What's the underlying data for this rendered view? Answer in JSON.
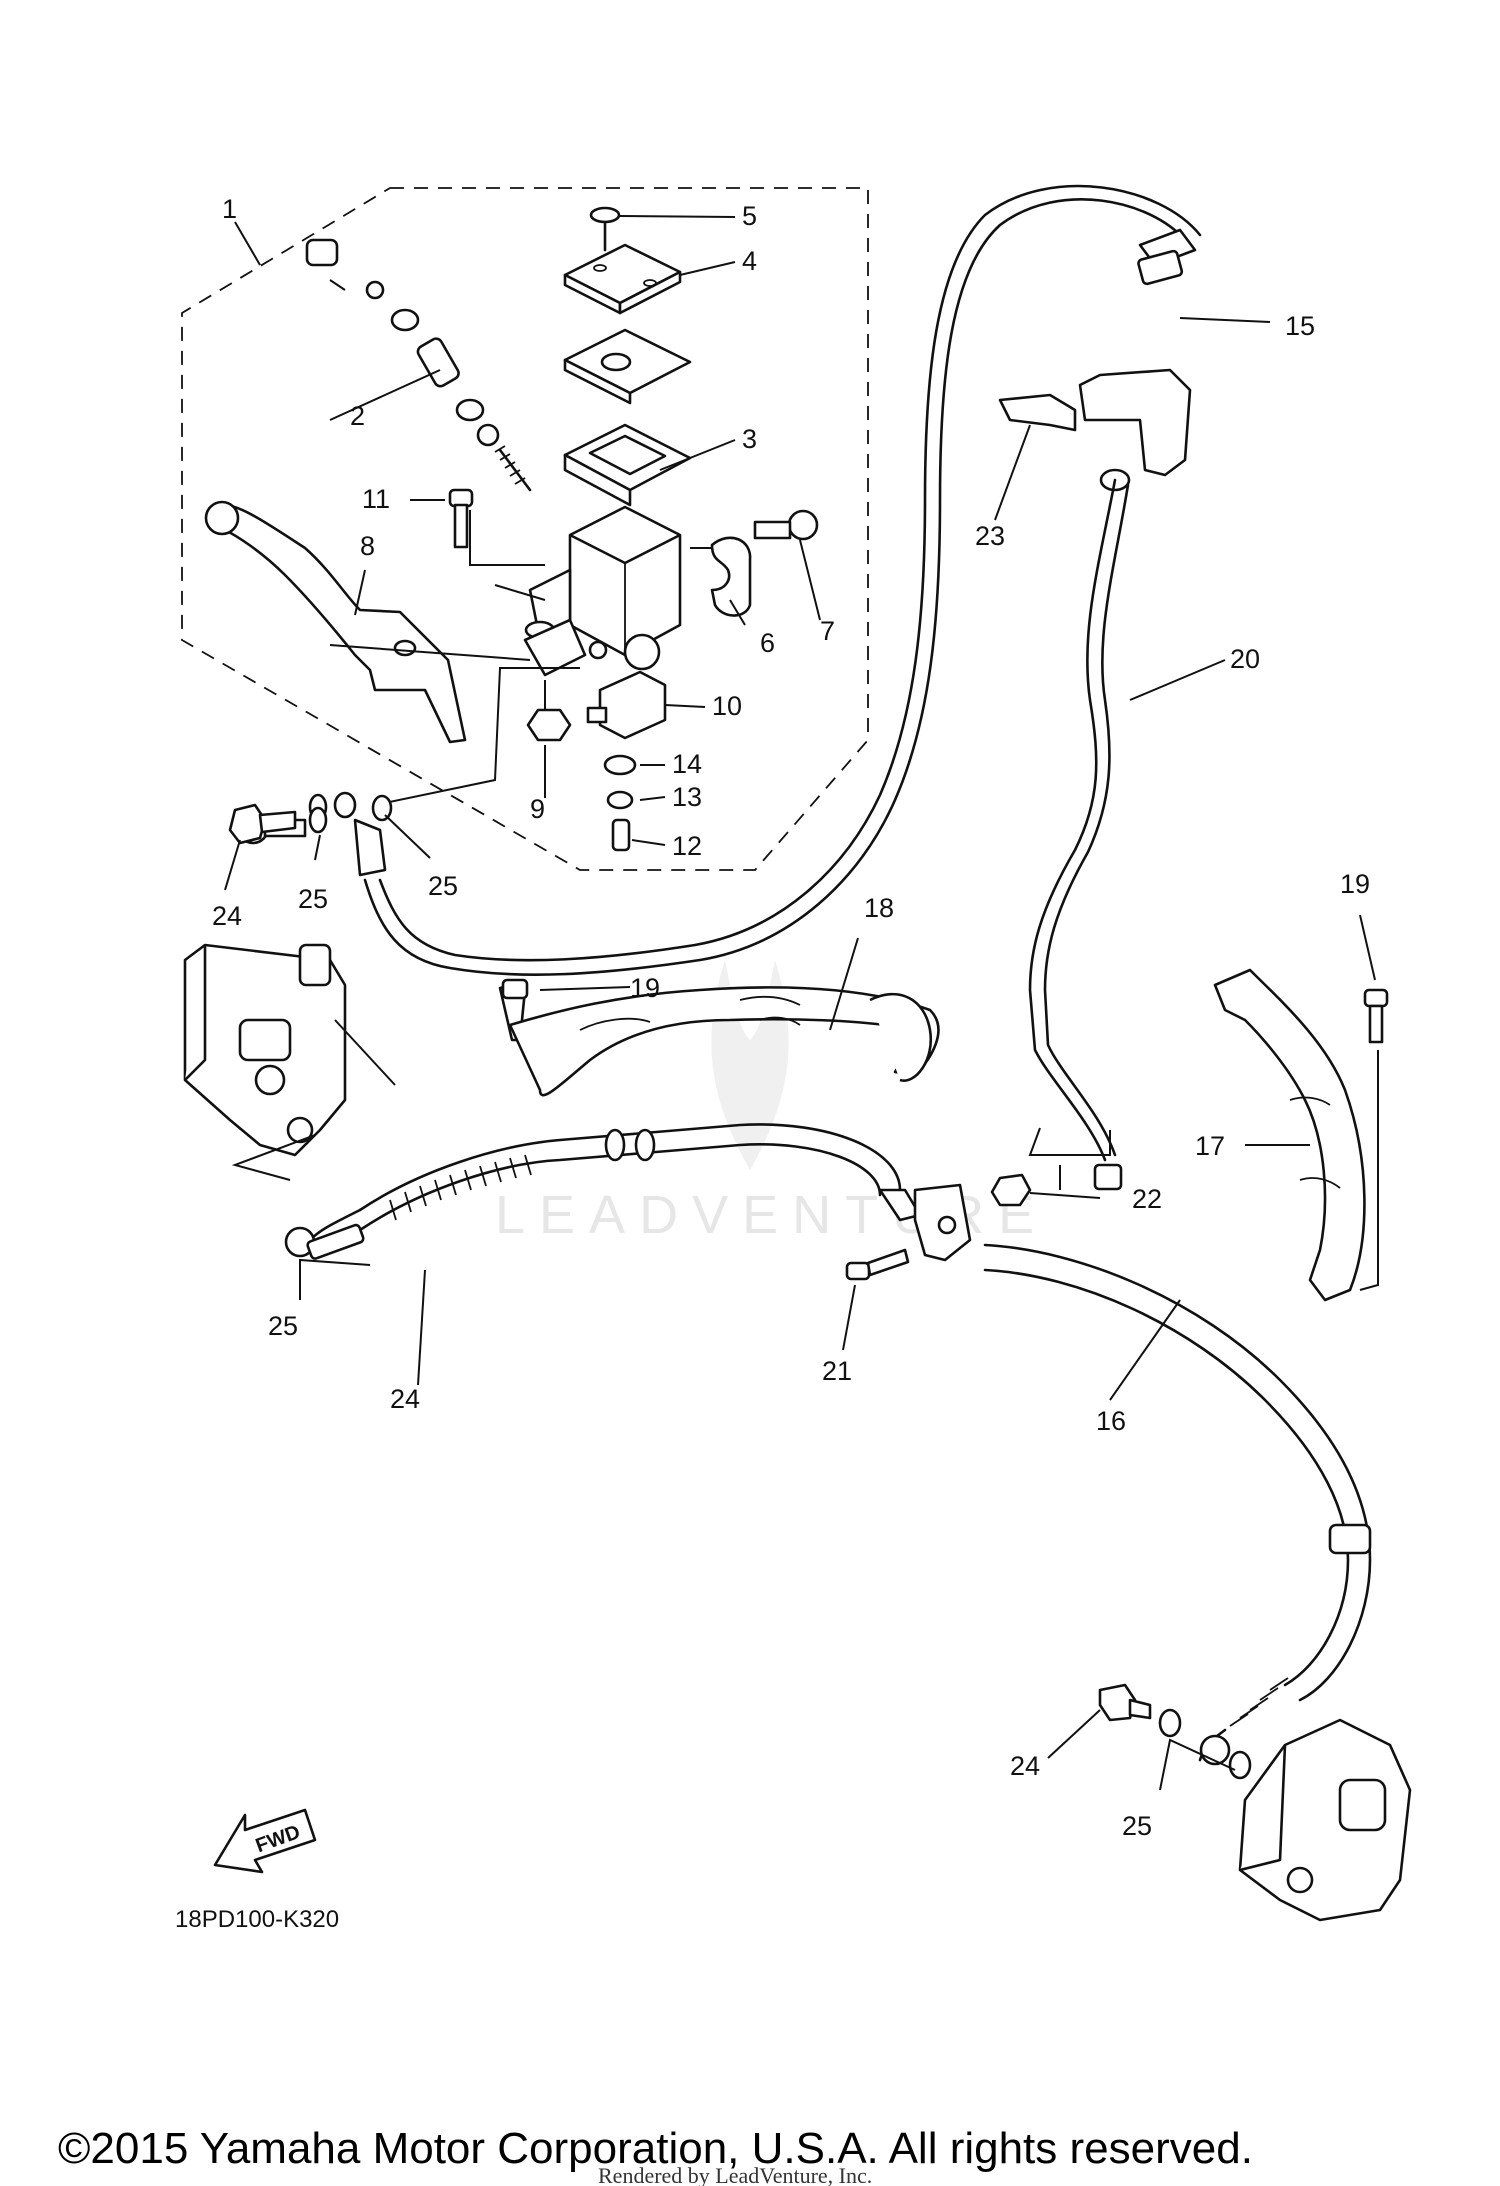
{
  "diagram": {
    "part_code": "18PD100-K320",
    "copyright": "©2015 Yamaha Motor Corporation, U.S.A. All rights reserved.",
    "rendered_by": "Rendered by LeadVenture, Inc.",
    "watermark": "LEADVENTURE",
    "fwd_label": "FWD",
    "callouts": [
      "1",
      "2",
      "3",
      "4",
      "5",
      "6",
      "7",
      "8",
      "9",
      "10",
      "11",
      "12",
      "13",
      "14",
      "15",
      "16",
      "17",
      "18",
      "19",
      "19",
      "20",
      "21",
      "22",
      "23",
      "24",
      "24",
      "24",
      "25",
      "25",
      "25",
      "25"
    ]
  }
}
